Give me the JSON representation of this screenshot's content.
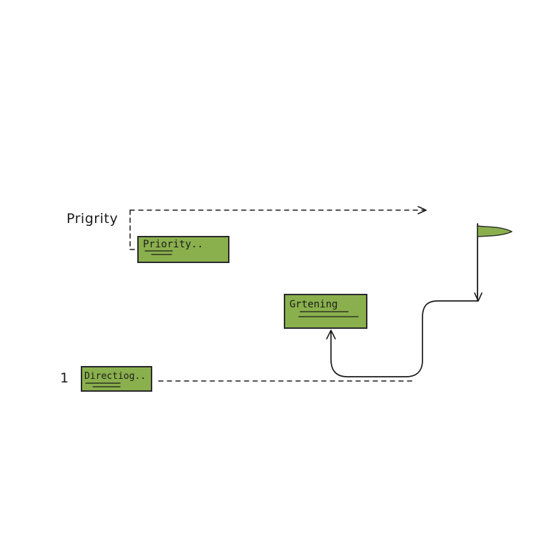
{
  "diagram": {
    "side_label_priority": "Prigrity",
    "side_label_direction": "1",
    "boxes": {
      "priority": "Priority..",
      "ordering": "Grtening",
      "direction": "Directiog.."
    },
    "colors": {
      "box_fill": "#8ab04d",
      "box_stroke": "#2a2a2a",
      "ink": "#1c1c1c",
      "flag_fill": "#8ab04d"
    },
    "icons": [
      "flag-icon",
      "arrow-right-icon",
      "arrow-up-icon",
      "arrow-down-icon"
    ]
  }
}
